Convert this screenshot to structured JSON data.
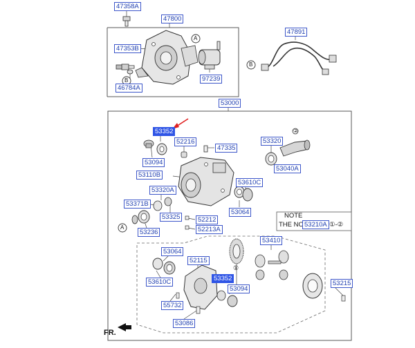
{
  "labels": {
    "p47358A": "47358A",
    "p47800": "47800",
    "p47353B": "47353B",
    "p46784A": "46784A",
    "p97239": "97239",
    "p47891": "47891",
    "p53000": "53000",
    "p53352_top": "53352",
    "p53094_top": "53094",
    "p52216": "52216",
    "p47335": "47335",
    "p53320": "53320",
    "p53040A": "53040A",
    "p53110B": "53110B",
    "p53610C_top": "53610C",
    "p53320A": "53320A",
    "p53064_top": "53064",
    "p53371B": "53371B",
    "p53325": "53325",
    "p52212": "52212",
    "p52213A": "52213A",
    "p53236": "53236",
    "p53210A": "53210A",
    "p53410": "53410",
    "p53064_bot": "53064",
    "p52115": "52115",
    "p53610C_bot": "53610C",
    "p53352_bot": "53352",
    "p53094_bot": "53094",
    "p55732": "55732",
    "p53086": "53086",
    "p53215": "53215"
  },
  "callouts": {
    "A": "A",
    "B": "B",
    "one": "①"
  },
  "note": {
    "line1": "NOTE",
    "line2_prefix": "THE NO",
    "line2_suffix": "①-②"
  },
  "direction": "FR.",
  "colors": {
    "label_border": "#3b55c9",
    "label_text": "#1f3fb0",
    "highlight": "#2f55e6",
    "pointer_arrow": "#e02020"
  }
}
